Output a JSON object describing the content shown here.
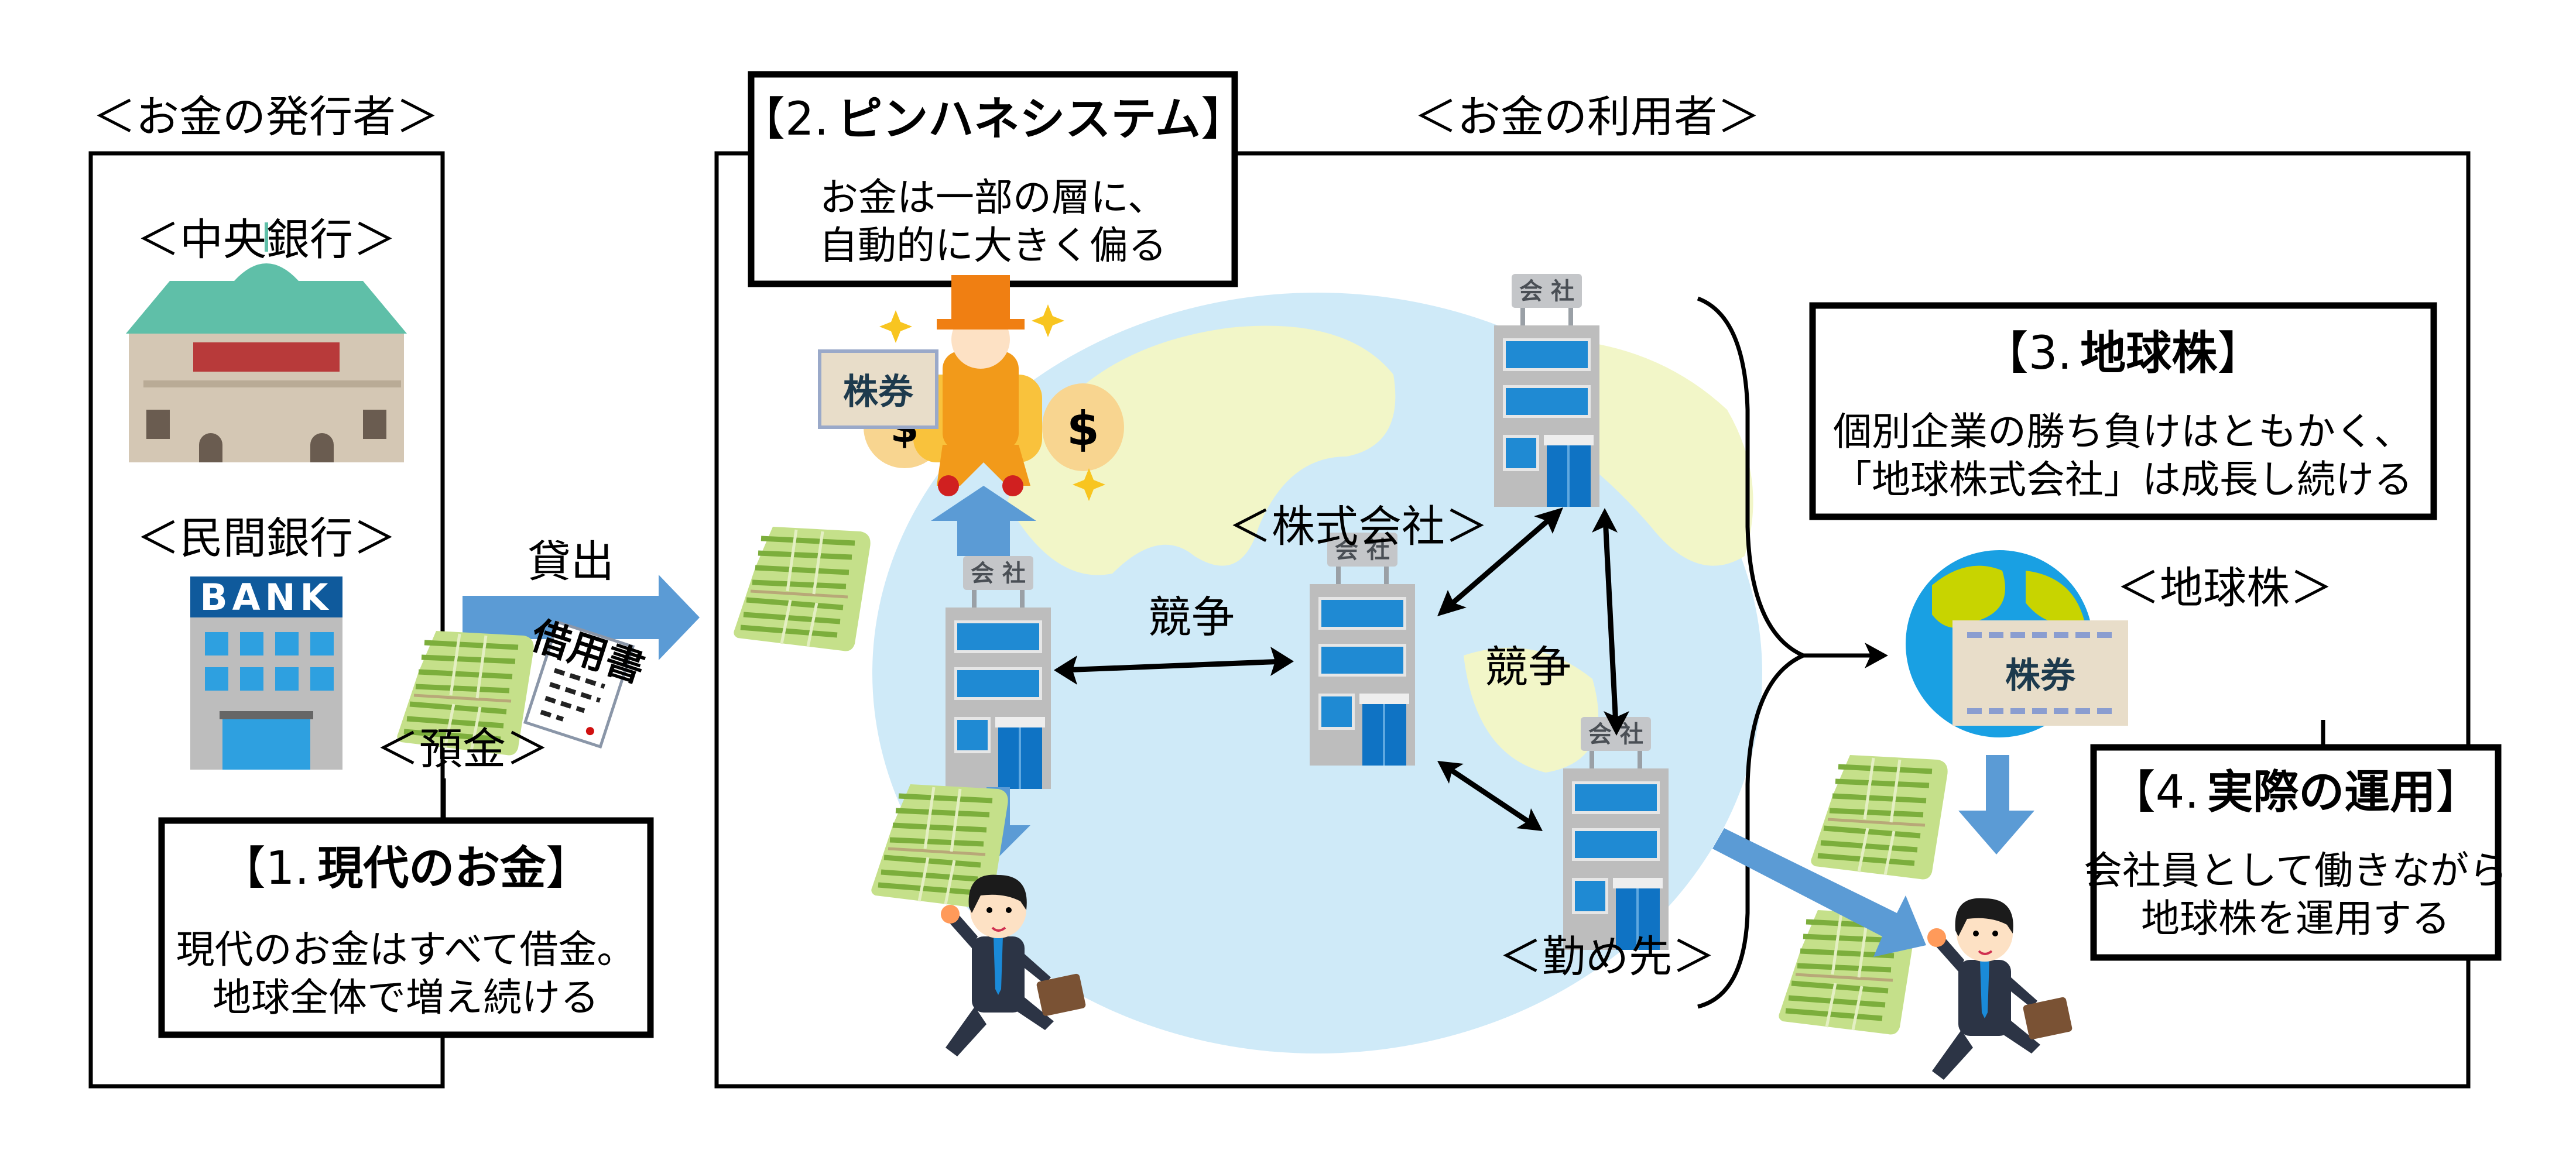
{
  "issuer": {
    "section_label": "＜お金の発行者＞",
    "central_bank_label": "＜中央銀行＞",
    "private_bank_label": "＜民間銀行＞",
    "bank_sign": "BANK",
    "deposit_label": "＜預金＞",
    "loan_label": "貸出",
    "iou_label": "借用書"
  },
  "users": {
    "section_label": "＜お金の利用者＞",
    "corporations_label": "＜株式会社＞",
    "company_sign": "会 社",
    "competition_label_1": "競争",
    "competition_label_2": "競争",
    "workplace_label": "＜勤め先＞",
    "earth_stock_label": "＜地球株＞",
    "stock_certificate": "株券"
  },
  "boxes": [
    {
      "number": "1.",
      "title": "現代のお金",
      "lines": [
        "現代のお金はすべて借金。",
        "地球全体で増え続ける"
      ]
    },
    {
      "number": "2.",
      "title": "ピンハネシステム",
      "lines": [
        "お金は一部の層に、",
        "自動的に大きく偏る"
      ]
    },
    {
      "number": "3.",
      "title": "地球株",
      "lines": [
        "個別企業の勝ち負けはともかく、",
        "「地球株式会社」は成長し続ける"
      ]
    },
    {
      "number": "4.",
      "title": "実際の運用",
      "lines": [
        "会社員として働きながら",
        "地球株を運用する"
      ]
    }
  ],
  "colors": {
    "arrow_blue": "#5b9bd5",
    "globe_sea": "#cfeaf8",
    "globe_land": "#f2f6c8",
    "bank_blue": "#0f5a9c",
    "window_blue": "#1f8ad3",
    "building_gray": "#bdbdbd"
  }
}
